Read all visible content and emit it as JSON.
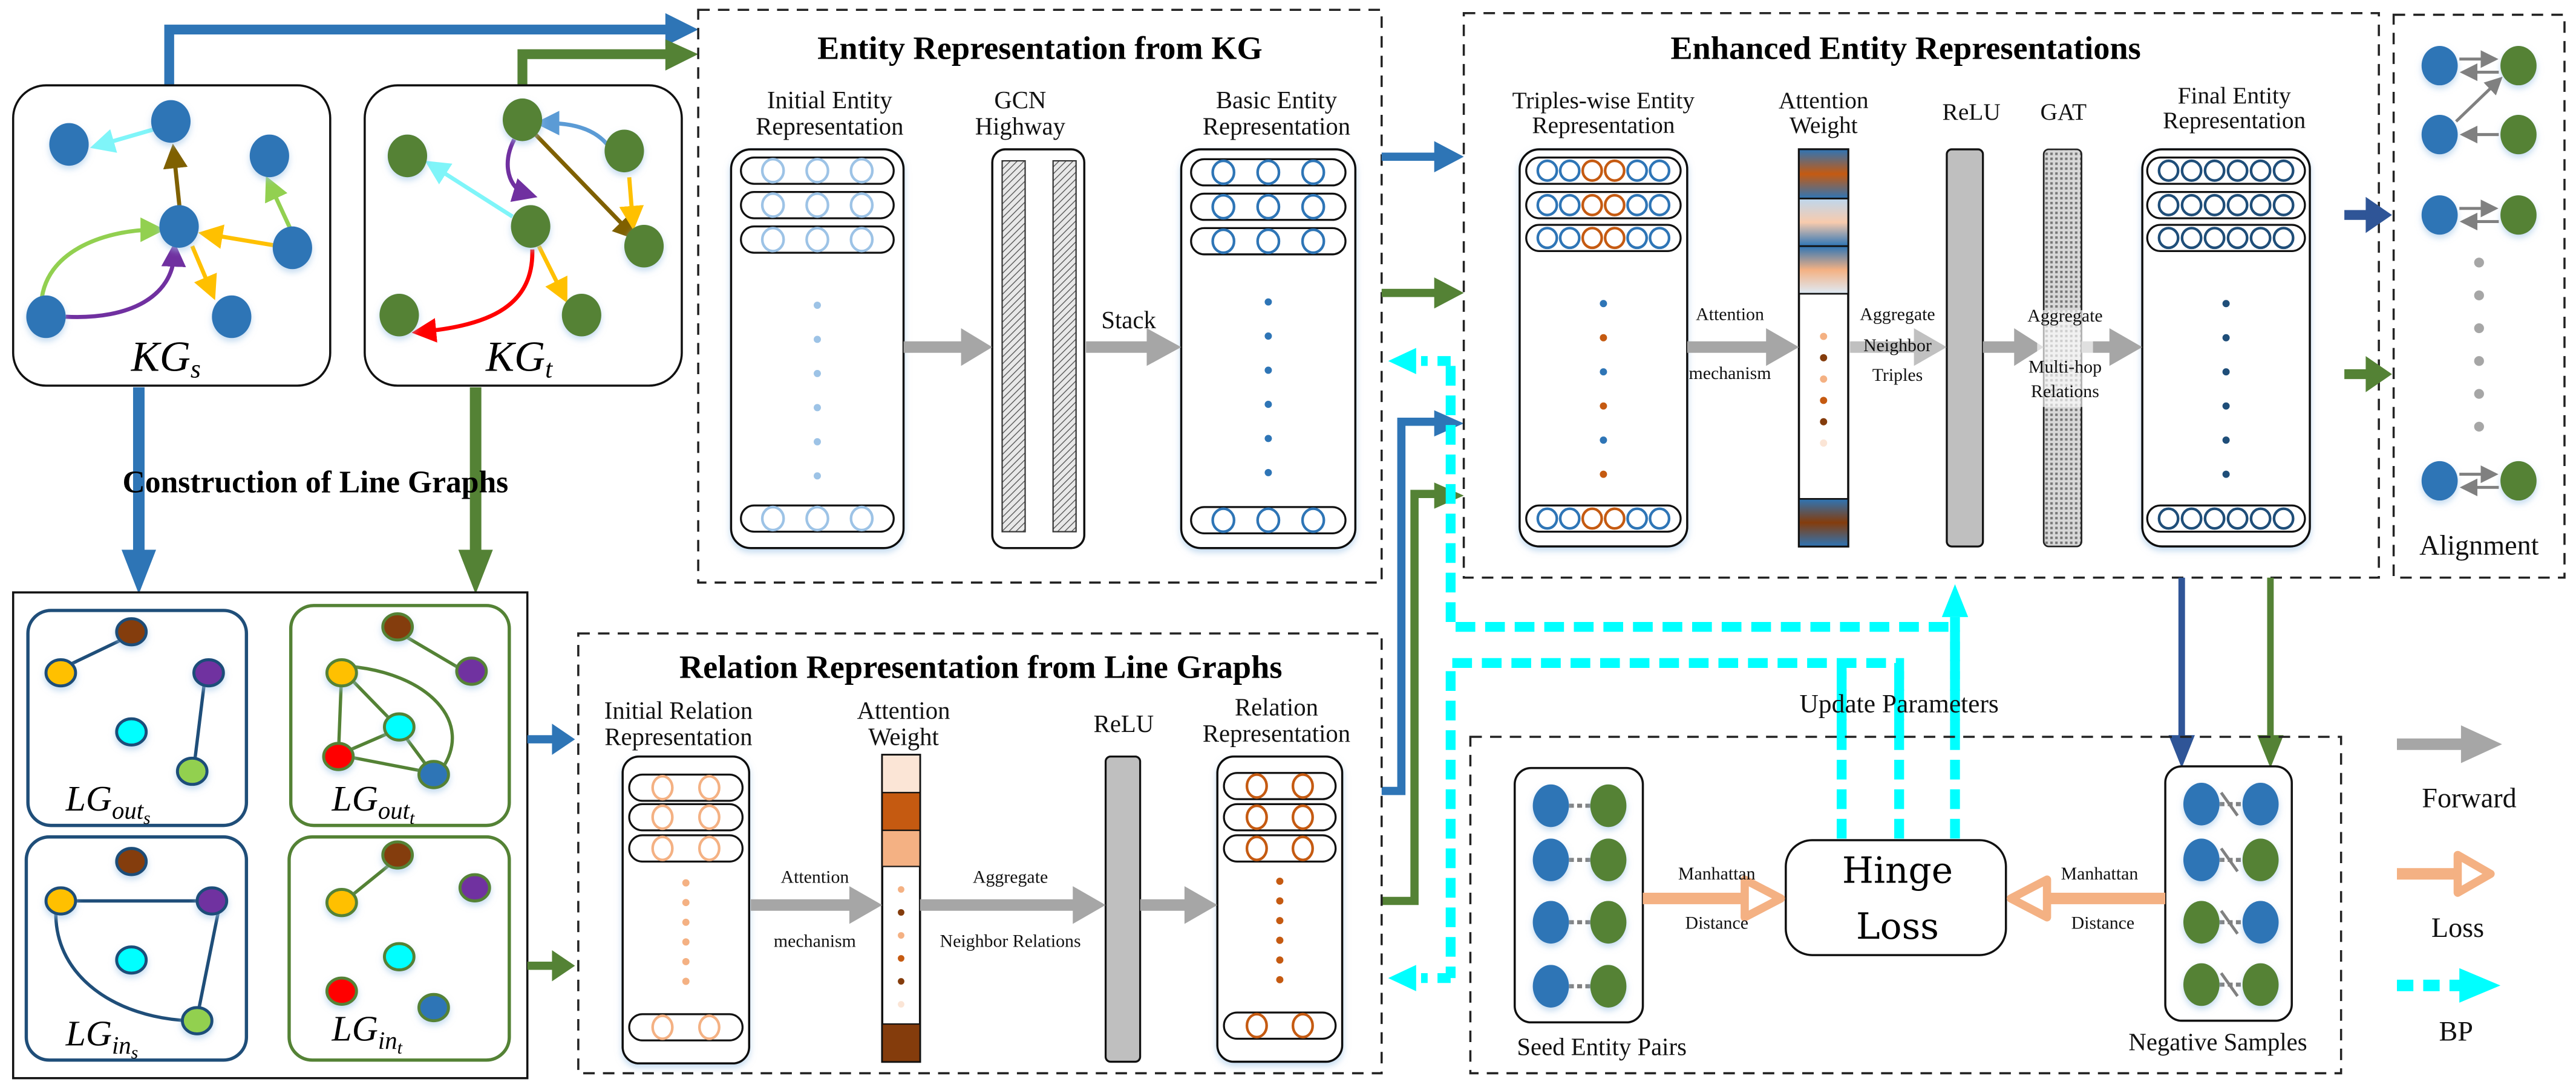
{
  "figure": {
    "kg_source_label": "KG",
    "kg_source_sub": "s",
    "kg_target_label": "KG",
    "kg_target_sub": "t",
    "construction_title": "Construction of Line Graphs",
    "line_graphs": [
      {
        "id": "lg-out-s",
        "main": "LG",
        "sub": "out",
        "subsub": "s"
      },
      {
        "id": "lg-out-t",
        "main": "LG",
        "sub": "out",
        "subsub": "t"
      },
      {
        "id": "lg-in-s",
        "main": "LG",
        "sub": "in",
        "subsub": "s"
      },
      {
        "id": "lg-in-t",
        "main": "LG",
        "sub": "in",
        "subsub": "t"
      }
    ],
    "entity_kg": {
      "title": "Entity Representation from KG",
      "col1_line1": "Initial Entity",
      "col1_line2": "Representation",
      "col2_line1": "GCN",
      "col2_line2": "Highway",
      "col3_line1": "Basic Entity",
      "col3_line2": "Representation",
      "stack_label": "Stack"
    },
    "enhanced": {
      "title": "Enhanced Entity Representations",
      "col1_line1": "Triples-wise Entity",
      "col1_line2": "Representation",
      "col2_line1": "Attention",
      "col2_line2": "Weight",
      "relu": "ReLU",
      "gat": "GAT",
      "col5_line1": "Final Entity",
      "col5_line2": "Representation",
      "attn_line1": "Attention",
      "attn_line2": "mechanism",
      "agg_line1": "Aggregate",
      "agg_line2": "Neighbor",
      "agg_line3": "Triples",
      "gat_line1": "Aggregate",
      "gat_line2": "Multi-hop",
      "gat_line3": "Relations"
    },
    "alignment": {
      "label": "Alignment"
    },
    "relation_lg": {
      "title": "Relation Representation from Line Graphs",
      "col1_line1": "Initial Relation",
      "col1_line2": "Representation",
      "col2_line1": "Attention",
      "col2_line2": "Weight",
      "relu": "ReLU",
      "col4_line1": "Relation",
      "col4_line2": "Representation",
      "attn_line1": "Attention",
      "attn_line2": "mechanism",
      "agg_line1": "Aggregate",
      "agg_line2": "Neighbor Relations"
    },
    "loss": {
      "update_params": "Update Parameters",
      "hinge_line1": "Hinge",
      "hinge_line2": "Loss",
      "left_dist_line1": "Manhattan",
      "left_dist_line2": "Distance",
      "right_dist_line1": "Manhattan",
      "right_dist_line2": "Distance",
      "seed_pairs": "Seed Entity Pairs",
      "negative_samples": "Negative Samples"
    },
    "legend": [
      {
        "label": "Forward",
        "icon": "gray-arrow-icon",
        "color": "#a6a6a6"
      },
      {
        "label": "Loss",
        "icon": "orange-hollow-arrow-icon",
        "color": "#f4b183"
      },
      {
        "label": "BP",
        "icon": "cyan-dashed-arrow-icon",
        "color": "#00ffff"
      }
    ],
    "colors": {
      "source_blue": "#2e75b6",
      "target_green": "#548235",
      "bp_cyan": "#00ffff",
      "forward_gray": "#a6a6a6",
      "loss_orange": "#f4b183",
      "relation_brown": "#c55a11",
      "final_navy": "#1f4e79",
      "alignment_arrow_navy": "#2f5597"
    }
  }
}
